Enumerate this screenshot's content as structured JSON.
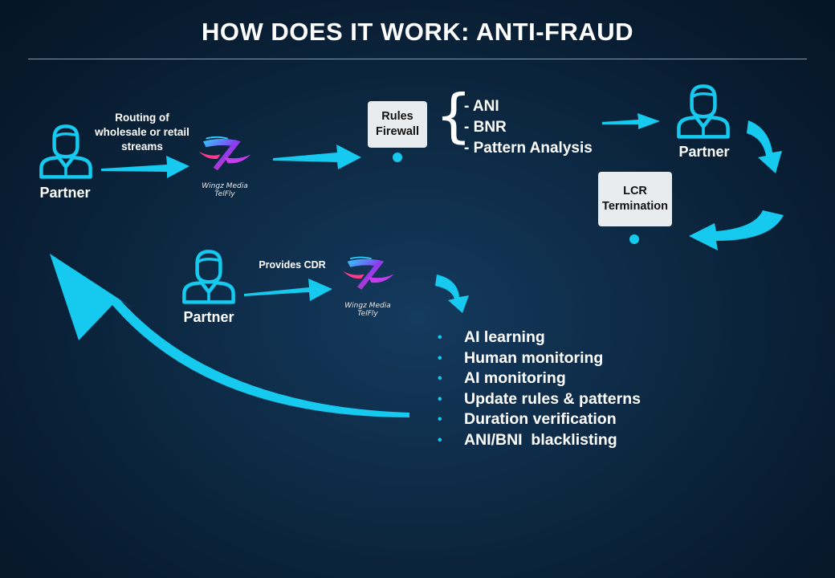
{
  "title": "HOW DOES IT WORK: ANTI-FRAUD",
  "colors": {
    "accent": "#16c9ef",
    "callout_bg": "#e9ecef"
  },
  "partners": [
    {
      "label": "Partner"
    },
    {
      "label": "Partner"
    },
    {
      "label": "Partner"
    }
  ],
  "routing_text": "Routing of wholesale or retail streams",
  "provides_cdr": "Provides CDR",
  "logo": {
    "line1": "Wingz Media",
    "line2": "TelFly"
  },
  "rules_firewall": "Rules Firewall",
  "firewall_checks": [
    "- ANI",
    "- BNR",
    "- Pattern Analysis"
  ],
  "lcr_termination": "LCR Termination",
  "monitoring_steps": [
    "AI learning",
    "Human monitoring",
    "AI monitoring",
    "Update rules & patterns",
    "Duration verification",
    "ANI/BNI  blacklisting"
  ],
  "icons": [
    "partner-icon",
    "wingz-logo",
    "arrow-icon"
  ]
}
